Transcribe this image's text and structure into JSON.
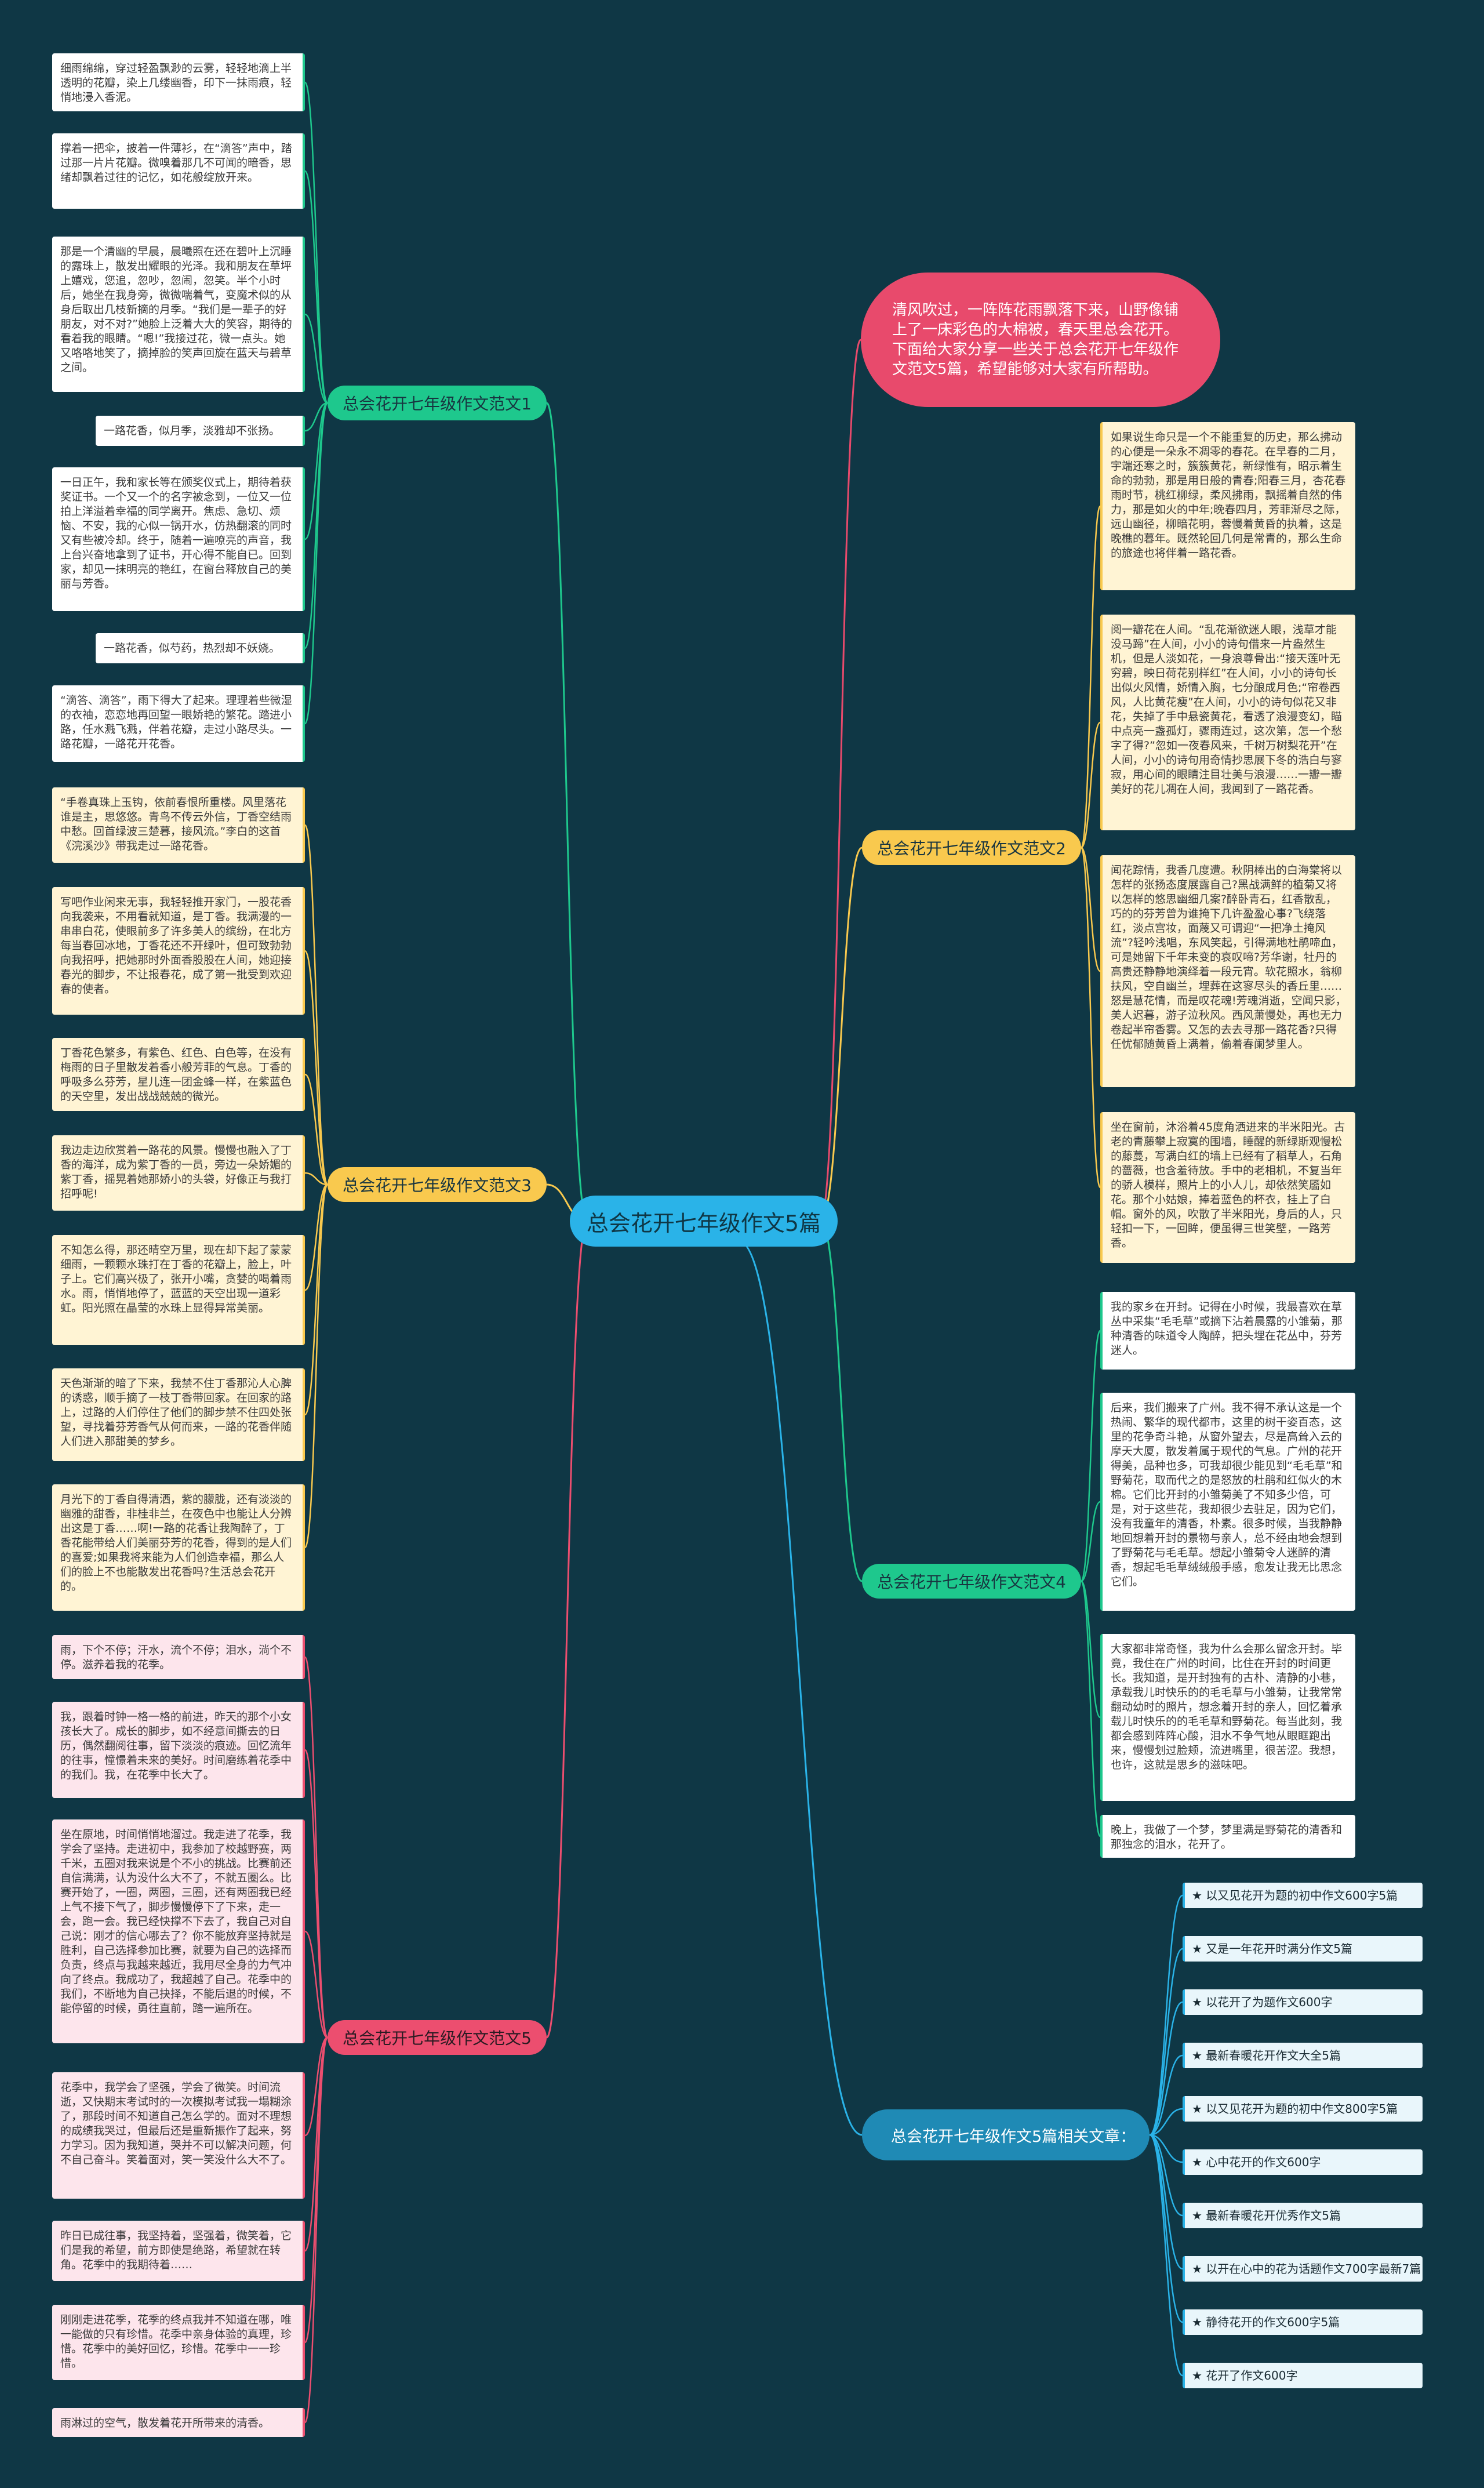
{
  "root": "总会花开七年级作文5篇",
  "intro": "清风吹过，一阵阵花雨飘落下来，山野像铺上了一床彩色的大棉被，春天里总会花开。下面给大家分享一些关于总会花开七年级作文范文5篇，希望能够对大家有所帮助。",
  "branches": [
    {
      "label": "总会花开七年级作文范文1",
      "color": "#1ec88d",
      "leaves": [
        "细雨绵绵，穿过轻盈飘渺的云雾，轻轻地滴上半透明的花瓣，染上几缕幽香，印下一抹雨痕，轻悄地浸入香泥。",
        "撑着一把伞，披着一件薄衫，在“滴答”声中，踏过那一片片花瓣。微嗅着那几不可闻的暗香，思绪却飘着过往的记忆，如花般绽放开来。",
        "那是一个清幽的早晨，晨曦照在还在碧叶上沉睡的露珠上，散发出耀眼的光泽。我和朋友在草坪上嬉戏，您追，忽吵，忽闹，忽笑。半个小时后，她坐在我身旁，微微喘着气，变魔术似的从身后取出几枝新摘的月季。“我们是一辈子的好朋友，对不对?”她脸上泛着大大的笑容，期待的看着我的眼睛。“嗯!”我接过花，微一点头。她又咯咯地笑了，摘掉脸的笑声回旋在蓝天与碧草之间。",
        "一路花香，似月季，淡雅却不张扬。",
        "一日正午，我和家长等在颁奖仪式上，期待着获奖证书。一个又一个的名字被念到，一位又一位拍上洋溢着幸福的同学离开。焦虑、急切、烦恼、不安，我的心似一锅开水，仿热翻滚的同时又有些被冷却。终于，随着一遍嘹亮的声音，我上台兴奋地拿到了证书，开心得不能自已。回到家，却见一抹明亮的艳红，在窗台释放自己的美丽与芳香。",
        "一路花香，似芍药，热烈却不妖娆。",
        "“滴答、滴答”，雨下得大了起来。理理着些微湿的衣袖，恋恋地再回望一眼娇艳的繁花。踏进小路，任水溅飞溅，伴着花瓣，走过小路尽头。一路花瓣，一路花开花香。"
      ]
    },
    {
      "label": "总会花开七年级作文范文2",
      "color": "#f9c94e",
      "leaves": [
        "如果说生命只是一个不能重复的历史，那么拂动的心便是一朵永不凋零的春花。在早春的二月，宇端还寒之时，簇簇黄花，新绿惟有，昭示着生命的勃勃，那是用日般的青春;阳春三月，杏花春雨时节，桃红柳绿，柔风拂雨，飘摇着自然的伟力，那是如火的中年;晚春四月，芳菲渐尽之际，远山幽径，柳暗花明，蓉慢着黄昏的执着，这是晚樵的暮年。既然轮回几何是常青的，那么生命的旅途也将伴着一路花香。",
        "阅一瓣花在人间。“乱花渐欲迷人眼，浅草才能没马蹄”在人间，小小的诗句借来一片盎然生机，但是人淡如花，一身浪尊骨出:“接天莲叶无穷碧，映日荷花别样红”在人间，小小的诗句长出似火风情，娇情入胸，七分酿成月色;“帘卷西风，人比黄花瘦”在人间，小小的诗句似花又非花，失掉了手中悬瓷黄花，看透了浪漫变幻，瞄中点亮一盏孤灯，骤雨连过，这次第，怎一个愁字了得?”忽如一夜春风来，千树万树梨花开”在人间，小小的诗句用奇情抄思展下冬的浩白与寥寂，用心间的眼睛注目壮美与浪漫……一瓣一瓣美好的花儿凋在人间，我闻到了一路花香。",
        "闻花踪情，我香几度遭。秋阴棒出的白海棠将以怎样的张扬态度展露自己?黑战满鲜的植菊又将以怎样的悠思幽细几案?醉卧青石，红香散乱，巧的的芬芳曾为谁掩下几许盈盈心事?飞绕落红，淡点宫妆，面蔑又可谓迎“一把净土掩风流”?轻吟浅唱，东风笑起，引得满地杜鹃啼血，可是她留下千年未变的哀叹啼?芳华谢，牡丹的高贵还静静地演绎着一段元宵。软花照水，翁柳扶风，空自幽兰，埋葬在这寥尽头的香丘里……怒是慧花情，而是叹花魂!芳魂消逝，空闻只影，美人迟暮，游子泣秋风。西风萧慢处，再也无力卷起半帘香雾。又怎的去去寻那一路花香?只得任忧郁随黄昏上满着，偷着春阑梦里人。",
        "坐在窗前，沐浴着45度角洒进来的半米阳光。古老的青藤攀上寂寞的围墙，睡醒的新绿斯观慢松的藤蔓，写满白红的墙上已经有了稻草人，石角的蔷薇，也含羞待放。手中的老相机，不复当年的骄人模样，照片上的小人儿，却依然笑靥如花。那个小姑娘，捧着蓝色的杯衣，挂上了白帽。窗外的风，吹散了半米阳光，身后的人，只轻扣一下，一回眸，便虽得三世笑壁，一路芳香。"
      ]
    },
    {
      "label": "总会花开七年级作文范文3",
      "color": "#f9c94e",
      "leaves": [
        "“手卷真珠上玉钩，依前春恨所重楼。风里落花谁是主，思悠悠。青鸟不传云外信，丁香空结雨中愁。回首绿波三楚暮，接风流。”李白的这首《浣溪沙》带我走过一路花香。",
        "写吧作业闲来无事，我轻轻推开家门，一股花香向我袭来，不用看就知道，是丁香。我满漫的一串串白花，使眼前多了许多美人的缤纷，在北方每当春回冰地，丁香花还不开绿叶，但可致勃勃向我招呼，把她那时外面香股股在人间，她迎接春光的脚步，不让报春花，成了第一批受到欢迎春的使者。",
        "丁香花色繁多，有紫色、红色、白色等，在没有梅雨的日子里散发着香小般芳菲的气息。丁香的呼吸多么芬芳，星儿连一团金蜂一样，在紫蓝色的天空里，发出战战兢兢的微光。",
        "我边走边欣赏着一路花的风景。慢慢也融入了丁香的海洋，成为紫丁香的一员，旁边一朵娇媚的紫丁香，摇晃着她那娇小的头袋，好像正与我打招呼呢!",
        "不知怎么得，那还晴空万里，现在却下起了蒙蒙细雨，一颗颗水珠打在丁香的花瓣上，脸上，叶子上。它们高兴极了，张开小嘴，贪婪的喝着雨水。雨，悄悄地停了，蓝蓝的天空出现一道彩虹。阳光照在晶莹的水珠上显得异常美丽。",
        "天色渐渐的暗了下来，我禁不住丁香那沁人心脾的诱惑，顺手摘了一枝丁香带回家。在回家的路上，过路的人们停住了他们的脚步禁不住四处张望，寻找着芬芳香气从何而来，一路的花香伴随人们进入那甜美的梦乡。",
        "月光下的丁香自得清洒，紫的朦胧，还有淡淡的幽雅的甜香，非桂非兰，在夜色中也能让人分辨出这是丁香……啊!一路的花香让我陶醉了，丁香花能带给人们美丽芬芳的花香，得到的是人们的喜爱;如果我将来能为人们创造幸福，那么人们的脸上不也能散发出花香吗?生活总会花开的。"
      ]
    },
    {
      "label": "总会花开七年级作文范文4",
      "color": "#1ec88d",
      "leaves": [
        "我的家乡在开封。记得在小时候，我最喜欢在草丛中采集“毛毛草”或摘下沾着晨露的小雏菊，那种清香的味道令人陶醉，把头埋在花丛中，芬芳迷人。",
        "后来，我们搬来了广州。我不得不承认这是一个热闹、繁华的现代都市，这里的树干姿百态，这里的花争奇斗艳，从窗外望去，尽是高耸入云的摩天大厦，散发着属于现代的气息。广州的花开得美，品种也多，可我却很少能见到“毛毛草”和野菊花，取而代之的是怒放的杜鹃和红似火的木棉。它们比开封的小雏菊美了不知多少倍，可是，对于这些花，我却很少去驻足，因为它们，没有我童年的清香，朴素。很多时候，当我静静地回想着开封的景物与亲人，总不经由地会想到了野菊花与毛毛草。想起小雏菊令人迷醉的清香，想起毛毛草绒绒般手感，愈发让我无比思念它们。",
        "大家都非常奇怪，我为什么会那么留念开封。毕竟，我住在广州的时间，比住在开封的时间更长。我知道，是开封独有的古朴、清静的小巷，承载我儿时快乐的的毛毛草与小雏菊，让我常常翻动幼时的照片，想念着开封的亲人，回忆着承载儿时快乐的的毛毛草和野菊花。每当此刻，我都会感到阵阵心酸，泪水不争气地从眼眶跑出来，慢慢划过脸颊，流进嘴里，很苦涩。我想，也许，这就是思乡的滋味吧。",
        "晚上，我做了一个梦，梦里满是野菊花的清香和那独念的泪水，花开了。"
      ]
    },
    {
      "label": "总会花开七年级作文范文5",
      "color": "#ec4e6f",
      "leaves": [
        "雨，下个不停；汗水，流个不停；泪水，淌个不停。滋养着我的花季。",
        "我，跟着时钟一格一格的前进，昨天的那个小女孩长大了。成长的脚步，如不经意间撕去的日历，偶然翻阅往事，留下淡淡的痕迹。回忆流年的往事，憧憬着未来的美好。时间磨练着花季中的我们。我，在花季中长大了。",
        "坐在原地，时间悄悄地溜过。我走进了花季，我学会了坚持。走进初中，我参加了校越野赛，两千米，五圈对我来说是个不小的挑战。比赛前还自信满满，认为没什么大不了，不就五圈么。比赛开始了，一圈，两圈，三圈，还有两圈我已经上气不接下气了，脚步慢慢停下了下来，走一会，跑一会。我已经快撑不下去了，我自己对自己说：刚才的信心哪去了？你不能放弃坚持就是胜利，自己选择参加比赛，就要为自己的选择而负责，终点与我越来越近，我用尽全身的力气冲向了终点。我成功了，我超越了自己。花季中的我们，不断地为自己抉择，不能后退的时候，不能停留的时候，勇往直前，踏一遍所在。",
        "花季中，我学会了坚强，学会了微笑。时间流逝，又快期末考试时的一次模拟考试我一塌糊涂了，那段时间不知道自己怎么学的。面对不理想的成绩我哭过，但最后还是重新振作了起来，努力学习。因为我知道，哭并不可以解决问题，何不自己奋斗。笑着面对，笑一笑没什么大不了。",
        "昨日已成往事，我坚持着，坚强着，微笑着，它们是我的希望，前方即使是绝路，希望就在转角。花季中的我期待着……",
        "刚刚走进花季，花季的终点我并不知道在哪，唯一能做的只有珍惜。花季中亲身体验的真理，珍惜。花季中的美好回忆，珍惜。花季中一一珍惜。",
        "雨淋过的空气，散发着花开所带来的清香。"
      ]
    }
  ],
  "related": {
    "label": "总会花开七年级作文5篇相关文章：",
    "items": [
      "★ 以又见花开为题的初中作文600字5篇",
      "★ 又是一年花开时满分作文5篇",
      "★ 以花开了为题作文600字",
      "★ 最新春暖花开作文大全5篇",
      "★ 以又见花开为题的初中作文800字5篇",
      "★ 心中花开的作文600字",
      "★ 最新春暖花开优秀作文5篇",
      "★ 以开在心中的花为话题作文700字最新7篇",
      "★ 静待花开的作文600字5篇",
      "★ 花开了作文600字"
    ]
  },
  "colors": {
    "background": "#0f3745",
    "root": "#2ab3e8",
    "intro": "#e84a6c",
    "green": "#1ec88d",
    "yellow": "#f9c94e",
    "red": "#ec4e6f",
    "blue": "#1f8ab5"
  }
}
